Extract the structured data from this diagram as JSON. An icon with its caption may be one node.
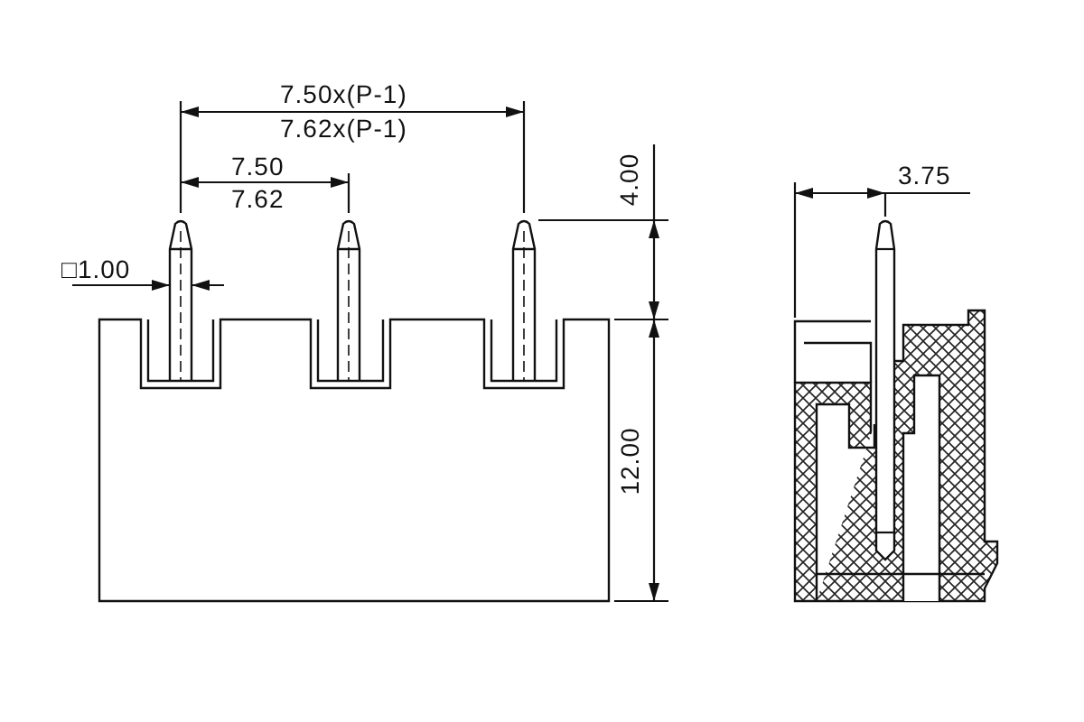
{
  "diagram": {
    "labels": [
      "7.50x(P-1)",
      "7.62x(P-1)",
      "7.50",
      "7.62",
      "□1.00",
      "4.00",
      "12.00",
      "3.75"
    ]
  }
}
